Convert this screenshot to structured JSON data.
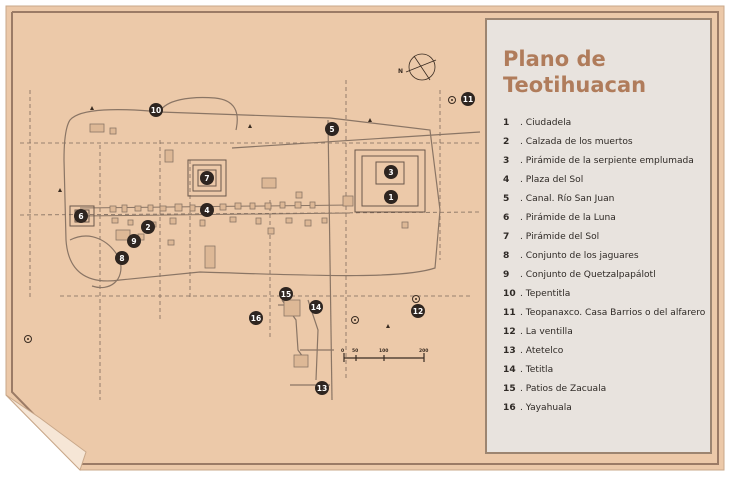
{
  "colors": {
    "paper": "#ecc9a9",
    "frame": "#9b7b66",
    "lines": "#8a7565",
    "marker": "#2e2520",
    "title": "#b07c5b",
    "panel": "#e8e3de"
  },
  "map": {
    "title": "Plano de Teotihuacan",
    "markers": [
      {
        "n": "1",
        "label": "Ciudadela"
      },
      {
        "n": "2",
        "label": "Calzada de los muertos"
      },
      {
        "n": "3",
        "label": "Pirámide de la serpiente emplumada"
      },
      {
        "n": "4",
        "label": "Plaza del Sol"
      },
      {
        "n": "5",
        "label": "Canal. Río San Juan"
      },
      {
        "n": "6",
        "label": "Pirámide de la Luna"
      },
      {
        "n": "7",
        "label": "Pirámide del Sol"
      },
      {
        "n": "8",
        "label": "Conjunto de los jaguares"
      },
      {
        "n": "9",
        "label": "Conjunto de Quetzalpapálotl"
      },
      {
        "n": "10",
        "label": "Tepentitla"
      },
      {
        "n": "11",
        "label": "Teopanaxco. Casa Barrios o del alfarero"
      },
      {
        "n": "12",
        "label": "La ventilla"
      },
      {
        "n": "13",
        "label": "Atetelco"
      },
      {
        "n": "14",
        "label": "Tetitla"
      },
      {
        "n": "15",
        "label": "Patios de Zacuala"
      },
      {
        "n": "16",
        "label": "Yayahuala"
      }
    ],
    "scale_labels": [
      "0",
      "50",
      "100",
      "200"
    ],
    "compass_letter": "N"
  }
}
